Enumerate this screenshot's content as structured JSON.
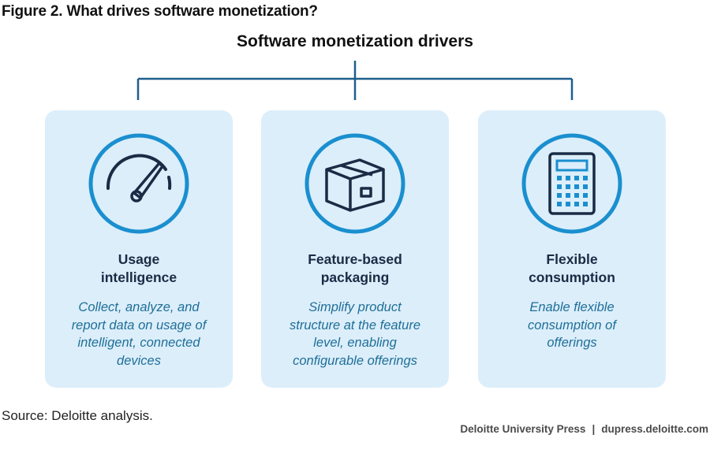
{
  "figure_title": "Figure 2. What drives software monetization?",
  "diagram_title": "Software monetization drivers",
  "colors": {
    "card_background": "#dceefa",
    "accent_blue": "#1a8fcf",
    "connector": "#1e5f8c",
    "description_text": "#1e6f98",
    "heading_text": "#1a2b45"
  },
  "drivers": [
    {
      "icon": "speedometer-icon",
      "heading_line1": "Usage",
      "heading_line2": "intelligence",
      "desc_lines": [
        "Collect, analyze, and",
        "report data on usage of",
        "intelligent, connected",
        "devices"
      ]
    },
    {
      "icon": "package-box-icon",
      "heading_line1": "Feature-based",
      "heading_line2": "packaging",
      "desc_lines": [
        "Simplify product",
        "structure at the feature",
        "level, enabling",
        "configurable offerings"
      ]
    },
    {
      "icon": "calculator-icon",
      "heading_line1": "Flexible",
      "heading_line2": "consumption",
      "desc_lines": [
        "Enable flexible",
        "consumption of",
        "offerings"
      ]
    }
  ],
  "source": "Source: Deloitte analysis.",
  "credit": {
    "publisher": "Deloitte University Press",
    "separator": "|",
    "site": "dupress.deloitte.com"
  }
}
